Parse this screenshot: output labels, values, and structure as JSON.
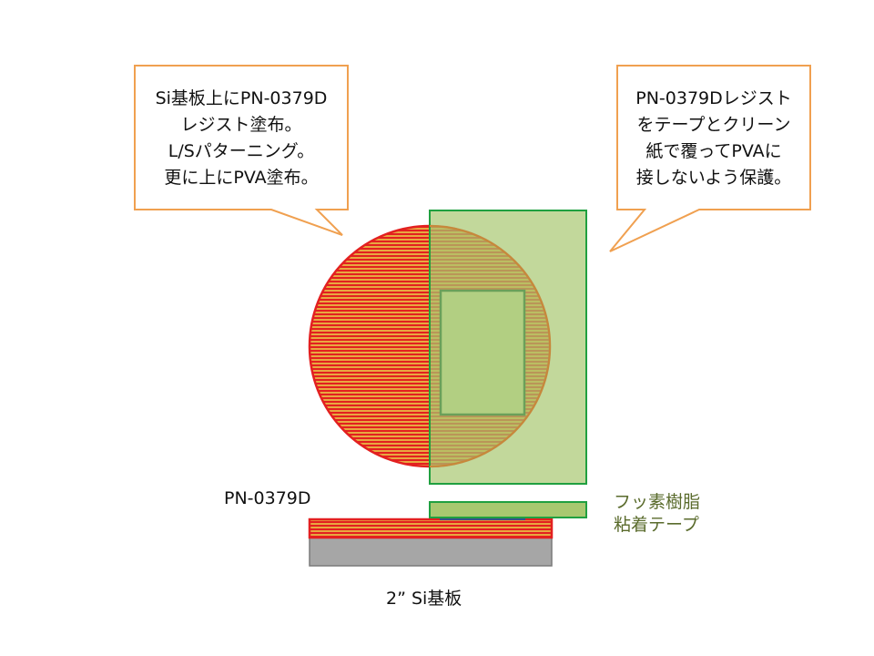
{
  "colors": {
    "callout_border": "#f0a050",
    "wafer_red": "#e32020",
    "wafer_stripe": "#e8a840",
    "tape_fill": "#a8c870",
    "tape_border": "#20a040",
    "substrate_gray": "#a6a6a6",
    "label_olive": "#5a6b2c"
  },
  "callout_left": {
    "lines": [
      "Si基板上にPN-0379D",
      "レジスト塗布。",
      "L/Sパターニング。",
      "更に上にPVA塗布。"
    ]
  },
  "callout_right": {
    "lines": [
      "PN-0379Dレジスト",
      "をテープとクリーン",
      "紙で覆ってPVAに",
      "接しないよう保護。"
    ]
  },
  "labels": {
    "resist": "PN-0379D",
    "tape_line1": "フッ素樹脂",
    "tape_line2": "粘着テープ",
    "substrate": "2” Si基板"
  }
}
